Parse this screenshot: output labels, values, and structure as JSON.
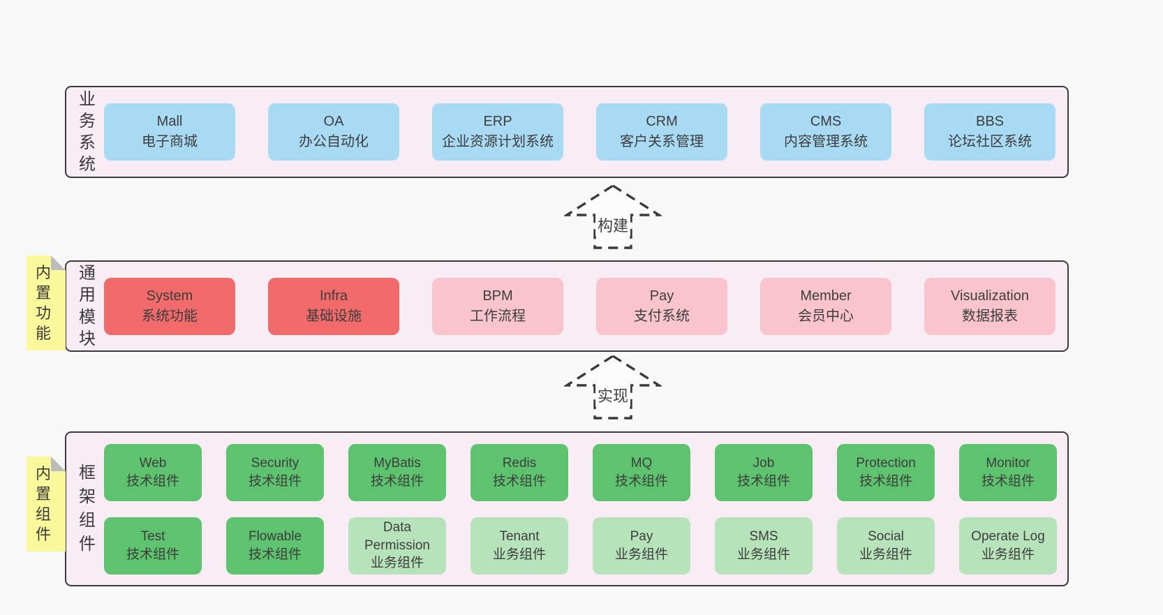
{
  "palette": {
    "page_bg": "#f8f8f8",
    "layer_bg": "#f8edf5",
    "layer_border": "#3a3a3a",
    "node_blue": "#a8daf4",
    "node_red": "#f26b6b",
    "node_pink": "#f9c4cd",
    "node_green": "#5ec36f",
    "node_light_green": "#b7e3bb",
    "sticky_yellow": "#f9f89b",
    "sticky_fold_gray": "#bcbcbc",
    "text": "#3d3d3d"
  },
  "stickies": [
    {
      "label": "内置功能"
    },
    {
      "label": "内置组件"
    }
  ],
  "arrows": [
    {
      "label": "构建"
    },
    {
      "label": "实现"
    }
  ],
  "layers": [
    {
      "label": "业务系统",
      "boxes": [
        {
          "title": "Mall",
          "subtitle": "电子商城"
        },
        {
          "title": "OA",
          "subtitle": "办公自动化"
        },
        {
          "title": "ERP",
          "subtitle": "企业资源计划系统"
        },
        {
          "title": "CRM",
          "subtitle": "客户关系管理"
        },
        {
          "title": "CMS",
          "subtitle": "内容管理系统"
        },
        {
          "title": "BBS",
          "subtitle": "论坛社区系统"
        }
      ]
    },
    {
      "label": "通用模块",
      "boxes": [
        {
          "title": "System",
          "subtitle": "系统功能"
        },
        {
          "title": "Infra",
          "subtitle": "基础设施"
        },
        {
          "title": "BPM",
          "subtitle": "工作流程"
        },
        {
          "title": "Pay",
          "subtitle": "支付系统"
        },
        {
          "title": "Member",
          "subtitle": "会员中心"
        },
        {
          "title": "Visualization",
          "subtitle": "数据报表"
        }
      ]
    },
    {
      "label": "框架组件",
      "rows": [
        [
          {
            "title": "Web",
            "subtitle": "技术组件"
          },
          {
            "title": "Security",
            "subtitle": "技术组件"
          },
          {
            "title": "MyBatis",
            "subtitle": "技术组件"
          },
          {
            "title": "Redis",
            "subtitle": "技术组件"
          },
          {
            "title": "MQ",
            "subtitle": "技术组件"
          },
          {
            "title": "Job",
            "subtitle": "技术组件"
          },
          {
            "title": "Protection",
            "subtitle": "技术组件"
          },
          {
            "title": "Monitor",
            "subtitle": "技术组件"
          }
        ],
        [
          {
            "title": "Test",
            "subtitle": "技术组件"
          },
          {
            "title": "Flowable",
            "subtitle": "技术组件"
          },
          {
            "title": "Data Permission",
            "subtitle": "业务组件"
          },
          {
            "title": "Tenant",
            "subtitle": "业务组件"
          },
          {
            "title": "Pay",
            "subtitle": "业务组件"
          },
          {
            "title": "SMS",
            "subtitle": "业务组件"
          },
          {
            "title": "Social",
            "subtitle": "业务组件"
          },
          {
            "title": "Operate Log",
            "subtitle": "业务组件"
          }
        ]
      ]
    }
  ]
}
